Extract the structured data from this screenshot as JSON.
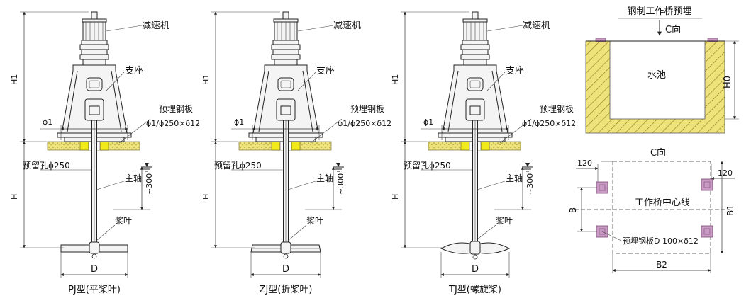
{
  "colors": {
    "concrete": "#eee27a",
    "sleeve": "#f2ea1a",
    "hatch": "#8a7a20",
    "line": "#222222",
    "plate": "#c99bc4"
  },
  "mixers": [
    {
      "id": "pj",
      "reducer": "减速机",
      "support": "支座",
      "embedded_plate": "预埋钢板",
      "plate_spec": "ϕ1/ϕ250×δ12",
      "phi1": "ϕ1",
      "hole": "预留孔ϕ250",
      "shaft": "主轴",
      "blade": "桨叶",
      "approx_300": "~300",
      "h1": "H1",
      "h": "H",
      "d": "D",
      "caption": "PJ型(平桨叶)",
      "impeller_icon": "flat-paddle-icon"
    },
    {
      "id": "zj",
      "reducer": "减速机",
      "support": "支座",
      "embedded_plate": "预埋钢板",
      "plate_spec": "ϕ1/ϕ250×δ12",
      "phi1": "ϕ1",
      "hole": "预留孔ϕ250",
      "shaft": "主轴",
      "blade": "桨叶",
      "approx_300": "~300",
      "h1": "H1",
      "h": "H",
      "d": "D",
      "caption": "ZJ型(折桨叶)",
      "impeller_icon": "folded-paddle-icon"
    },
    {
      "id": "tj",
      "reducer": "减速机",
      "support": "支座",
      "embedded_plate": "预埋钢板",
      "plate_spec": "ϕ1/ϕ250×δ12",
      "phi1": "ϕ1",
      "hole": "预留孔ϕ250",
      "shaft": "主轴",
      "blade": "桨叶",
      "approx_300": "~300",
      "h1": "H1",
      "h": "H",
      "d": "D",
      "caption": "TJ型(螺旋桨)",
      "impeller_icon": "propeller-icon"
    }
  ],
  "bridge_section": {
    "title": "钢制工作桥预埋",
    "view": "C向",
    "pool": "水池",
    "h0": "H0"
  },
  "bridge_plan": {
    "view": "C向",
    "dim_120_left": "120",
    "dim_120_right": "120",
    "centerline": "工作桥中心线",
    "b": "B",
    "b1": "B1",
    "b2": "B2",
    "plate_note": "预埋钢板D 100×δ12"
  }
}
